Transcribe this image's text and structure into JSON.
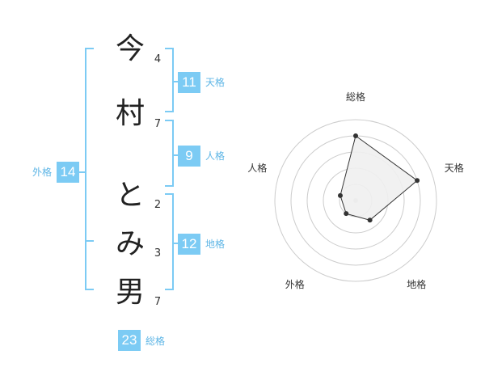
{
  "characters": [
    {
      "char": "今",
      "strokes": "4"
    },
    {
      "char": "村",
      "strokes": "7"
    },
    {
      "char": "と",
      "strokes": "2"
    },
    {
      "char": "み",
      "strokes": "3"
    },
    {
      "char": "男",
      "strokes": "7"
    }
  ],
  "kakusu": {
    "tenkaku": {
      "value": "11",
      "label": "天格"
    },
    "jinkaku": {
      "value": "9",
      "label": "人格"
    },
    "chikaku": {
      "value": "12",
      "label": "地格"
    },
    "gaikaku": {
      "value": "14",
      "label": "外格"
    },
    "soukaku": {
      "value": "23",
      "label": "総格"
    }
  },
  "colors": {
    "accent": "#7ccbf4",
    "label": "#5fb6e6",
    "bracket": "#7ccbf4",
    "ring": "#cccccc",
    "polygon_fill": "#efefef",
    "polygon_stroke": "#333333"
  },
  "chart_data": {
    "type": "radar",
    "axes": [
      "総格",
      "天格",
      "地格",
      "外格",
      "人格"
    ],
    "series": [
      {
        "values": [
          4,
          4,
          1.5,
          1,
          1
        ]
      }
    ],
    "rmax": 5,
    "rings": 5
  }
}
